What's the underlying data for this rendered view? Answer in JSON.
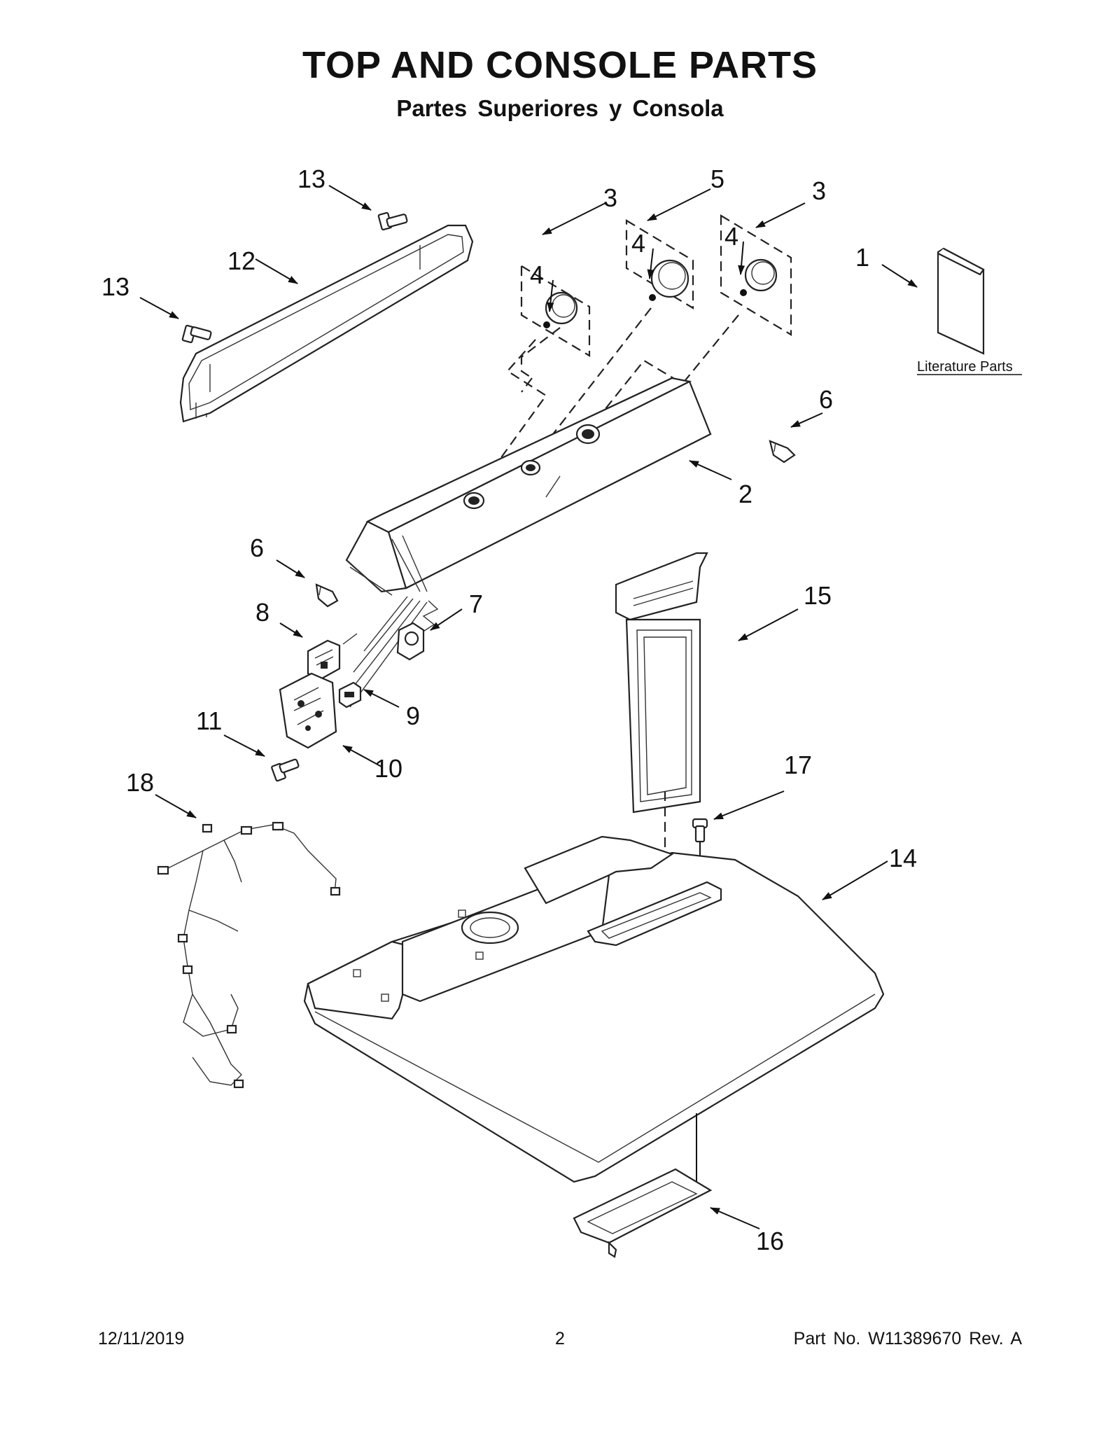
{
  "header": {
    "title": "TOP AND CONSOLE PARTS",
    "subtitle": "Partes Superiores y Consola"
  },
  "callouts": [
    {
      "id": "c1",
      "label": "1"
    },
    {
      "id": "c2",
      "label": "2"
    },
    {
      "id": "c3a",
      "label": "3"
    },
    {
      "id": "c3b",
      "label": "3"
    },
    {
      "id": "c4a",
      "label": "4"
    },
    {
      "id": "c4b",
      "label": "4"
    },
    {
      "id": "c4c",
      "label": "4"
    },
    {
      "id": "c5",
      "label": "5"
    },
    {
      "id": "c6a",
      "label": "6"
    },
    {
      "id": "c6b",
      "label": "6"
    },
    {
      "id": "c7",
      "label": "7"
    },
    {
      "id": "c8",
      "label": "8"
    },
    {
      "id": "c9",
      "label": "9"
    },
    {
      "id": "c10",
      "label": "10"
    },
    {
      "id": "c11",
      "label": "11"
    },
    {
      "id": "c12",
      "label": "12"
    },
    {
      "id": "c13a",
      "label": "13"
    },
    {
      "id": "c13b",
      "label": "13"
    },
    {
      "id": "c14",
      "label": "14"
    },
    {
      "id": "c15",
      "label": "15"
    },
    {
      "id": "c16",
      "label": "16"
    },
    {
      "id": "c17",
      "label": "17"
    },
    {
      "id": "c18",
      "label": "18"
    }
  ],
  "literature_label": "Literature Parts",
  "footer": {
    "date": "12/11/2019",
    "page": "2",
    "part_no": "Part No.  W11389670  Rev.  A"
  }
}
